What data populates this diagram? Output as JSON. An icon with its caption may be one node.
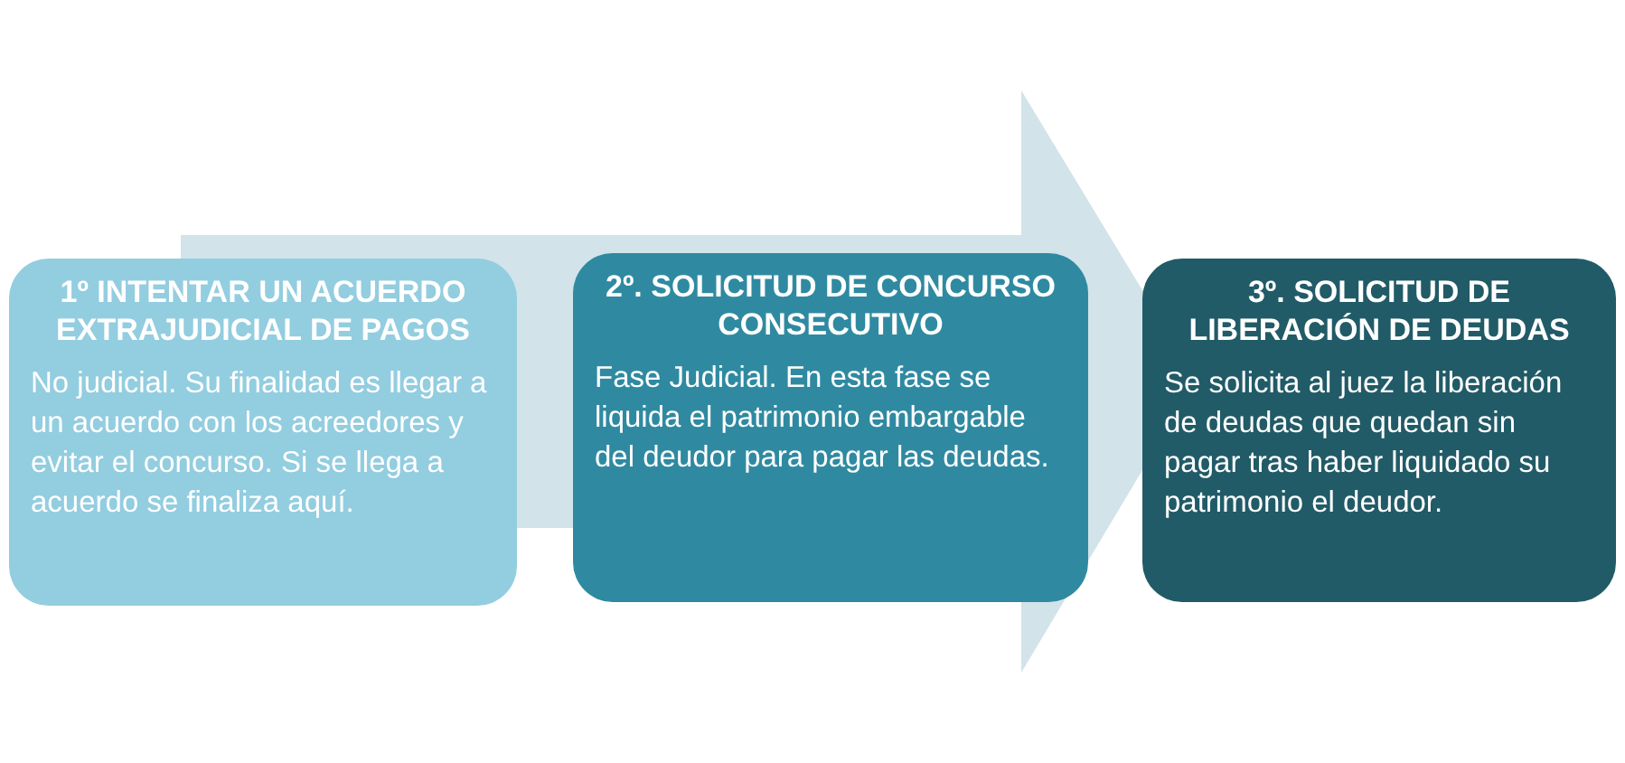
{
  "diagram": {
    "nodes": [
      {
        "text": [
          "1º INTENTAR UN ACUERDO EXTRAJUDICIAL DE PAGOS",
          "No judicial. Su finalidad es llegar a un acuerdo con los acreedores y evitar el concurso. Si se llega a acuerdo se finaliza aquí."
        ]
      },
      {
        "text": [
          "2º. SOLICITUD DE CONCURSO CONSECUTIVO",
          "Fase Judicial. En esta fase se liquida el patrimonio embargable del deudor para pagar las deudas."
        ]
      },
      {
        "text": [
          "3º. SOLICITUD DE LIBERACIÓN DE DEUDAS",
          "Se solicita al juez la liberación de deudas que quedan sin pagar tras haber liquidado su patrimonio el deudor."
        ]
      }
    ]
  }
}
